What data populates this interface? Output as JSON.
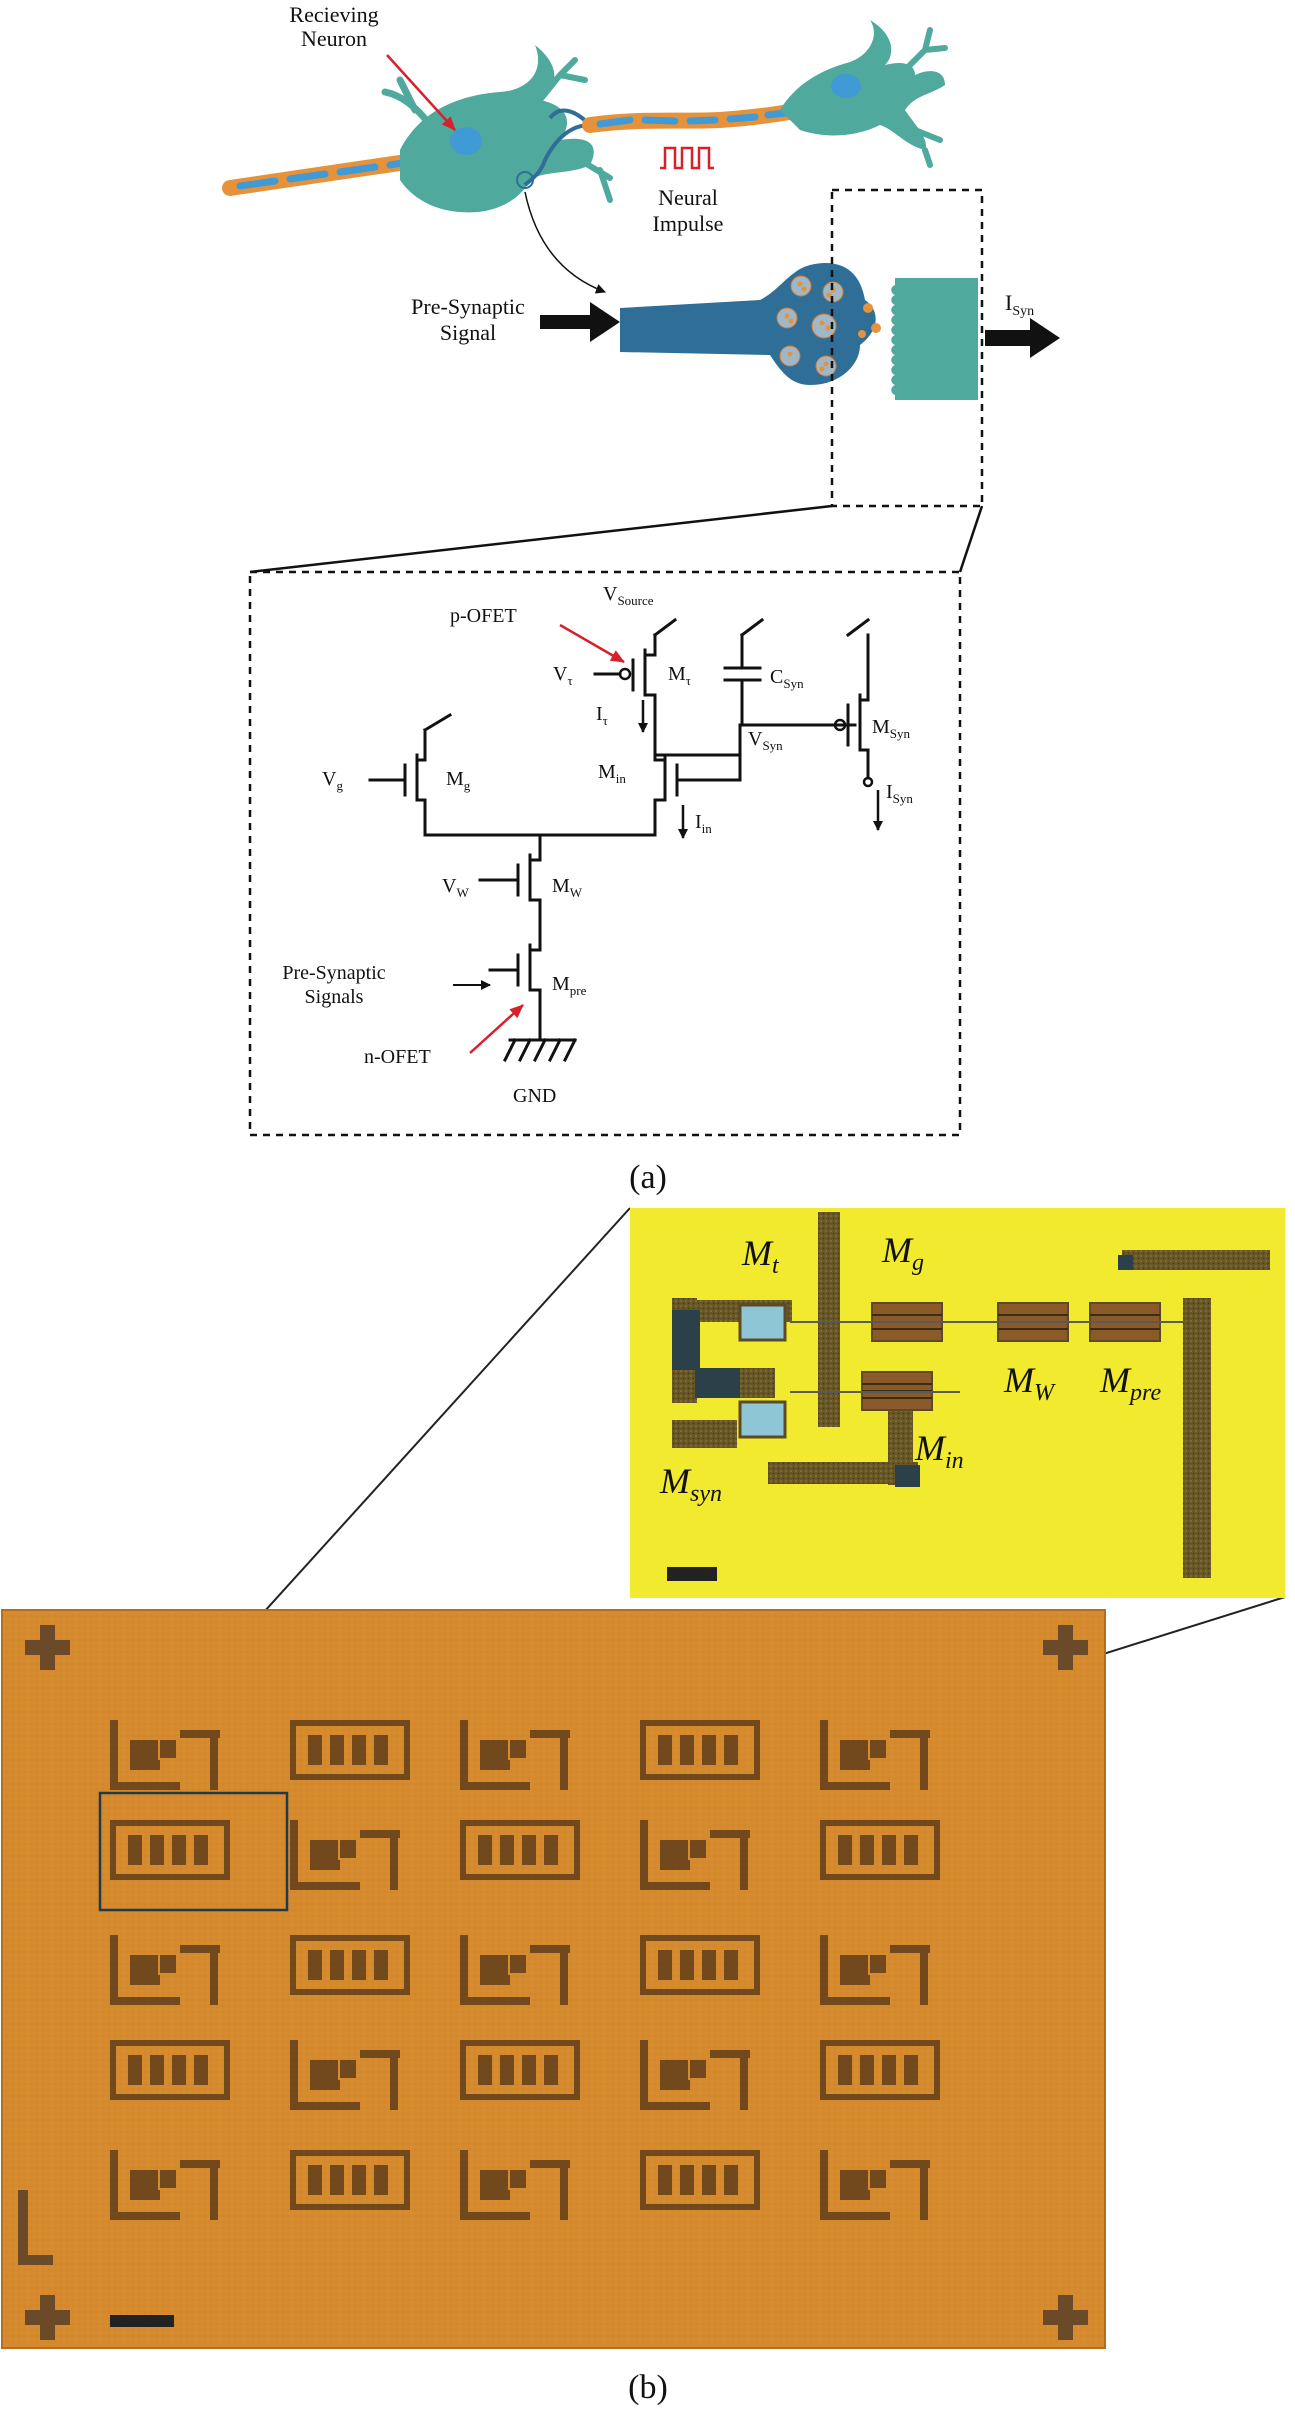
{
  "panel_a": {
    "label": "(a)",
    "receiving_neuron": "Recieving\nNeuron",
    "neural_impulse": "Neural\nImpulse",
    "pre_synaptic_signal": "Pre-Synaptic\nSignal",
    "i_syn_output": {
      "main": "I",
      "sub": "Syn"
    },
    "circuit": {
      "p_ofet": "p-OFET",
      "n_ofet": "n-OFET",
      "v_source": {
        "main": "V",
        "sub": "Source"
      },
      "v_tau": {
        "main": "V",
        "sub": "τ"
      },
      "m_tau": {
        "main": "M",
        "sub": "τ"
      },
      "i_tau": {
        "main": "I",
        "sub": "τ"
      },
      "c_syn": {
        "main": "C",
        "sub": "Syn"
      },
      "m_syn": {
        "main": "M",
        "sub": "Syn"
      },
      "v_syn": {
        "main": "V",
        "sub": "Syn"
      },
      "i_syn": {
        "main": "I",
        "sub": "Syn"
      },
      "v_g": {
        "main": "V",
        "sub": "g"
      },
      "m_g": {
        "main": "M",
        "sub": "g"
      },
      "m_in": {
        "main": "M",
        "sub": "in"
      },
      "i_in": {
        "main": "I",
        "sub": "in"
      },
      "v_w": {
        "main": "V",
        "sub": "W"
      },
      "m_w": {
        "main": "M",
        "sub": "W"
      },
      "pre_synaptic_signals": "Pre-Synaptic\nSignals",
      "m_pre": {
        "main": "M",
        "sub": "pre"
      },
      "gnd": "GND"
    }
  },
  "panel_b": {
    "label": "(b)",
    "micrograph_labels": {
      "m_t": {
        "main": "M",
        "sub": "t"
      },
      "m_g": {
        "main": "M",
        "sub": "g"
      },
      "m_w": {
        "main": "M",
        "sub": "W"
      },
      "m_pre": {
        "main": "M",
        "sub": "pre"
      },
      "m_in": {
        "main": "M",
        "sub": "in"
      },
      "m_syn": {
        "main": "M",
        "sub": "syn"
      }
    }
  },
  "colors": {
    "neuron_teal": "#4fa99c",
    "axon_orange": "#e6923a",
    "presynaptic_blue": "#2f6e96",
    "nucleus_blue": "#3f9ad6",
    "annotation_red": "#d8202a",
    "wafer_orange": "#d68a2e",
    "inset_yellow": "#f2ea2e",
    "metal_dark": "#4a3a22"
  }
}
